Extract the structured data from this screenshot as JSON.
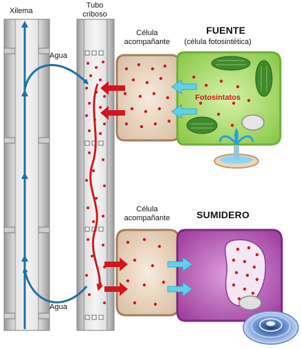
{
  "labels": {
    "xylem": "Xilema",
    "sieve_tube_line1": "Tubo",
    "sieve_tube_line2": "criboso",
    "companion_top_line1": "Célula",
    "companion_top_line2": "acompañante",
    "source_title": "FUENTE",
    "source_subtitle": "(célula fotosintética)",
    "water_top": "Agua",
    "photosynthates": "Fotosintatos",
    "companion_bottom_line1": "Célula",
    "companion_bottom_line2": "acompañante",
    "sink_title": "SUMIDERO",
    "water_bottom": "Agua"
  },
  "colors": {
    "xylem_flow": "#1e6fa8",
    "phloem_flow": "#d3151e",
    "sugar_dot": "#d3151e",
    "transport_arrow": "#5fd1ea",
    "source_cell": "#a9dc6e",
    "sink_cell": "#b34db3",
    "companion_cell": "#ead7c2",
    "tube_wall": "#bfbfbf"
  },
  "icons": {
    "source": "fountain-icon",
    "sink": "drain-icon"
  }
}
